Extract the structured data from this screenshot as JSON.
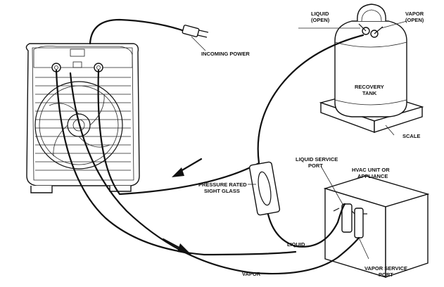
{
  "labels": {
    "incoming_power": "INCOMING POWER",
    "liquid_open_1": "LIQUID",
    "liquid_open_2": "(OPEN)",
    "vapor_open_1": "VAPOR",
    "vapor_open_2": "(OPEN)",
    "recovery_tank_1": "RECOVERY",
    "recovery_tank_2": "TANK",
    "scale": "SCALE",
    "liquid_service_port_1": "LIQUID SERVICE",
    "liquid_service_port_2": "PORT",
    "hvac_unit_1": "HVAC UNIT OR",
    "hvac_unit_2": "APPLIANCE",
    "sight_glass_1": "PRESSURE RATED",
    "sight_glass_2": "SIGHT GLASS",
    "liquid_line": "LIQUID",
    "vapor_line": "VAPOR",
    "vapor_service_port_1": "VAPOR SERVICE",
    "vapor_service_port_2": "PORT"
  }
}
